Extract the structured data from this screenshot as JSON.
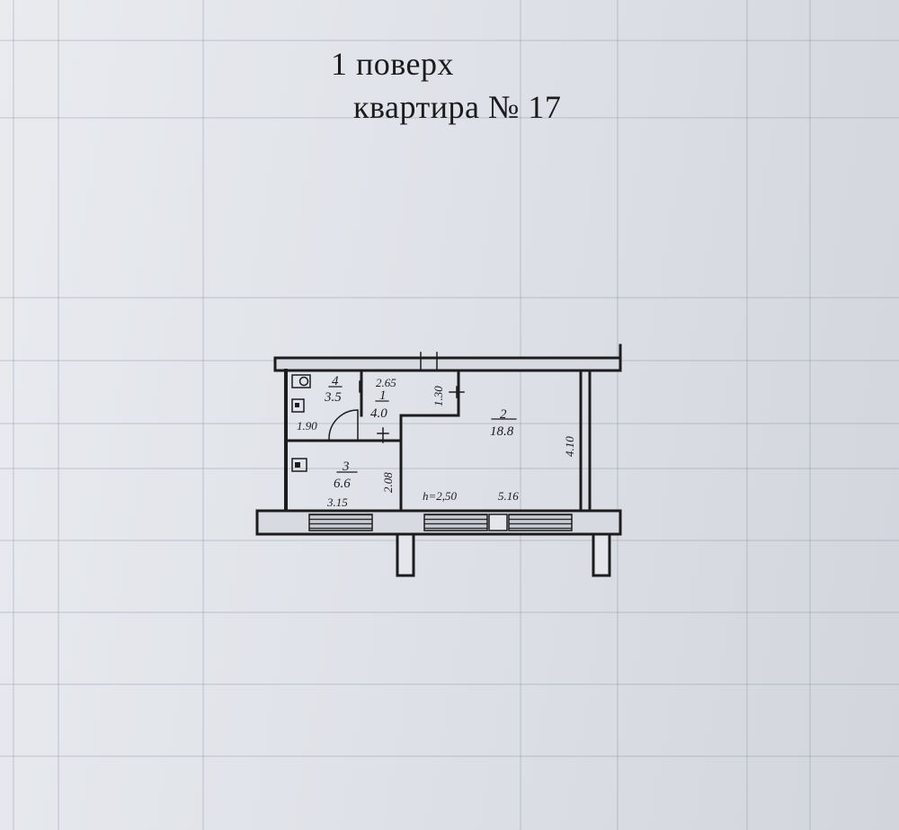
{
  "heading": {
    "floor": "1  поверх",
    "apartment": "квартира № 17"
  },
  "rooms": [
    {
      "number": "1",
      "area": "4.0"
    },
    {
      "number": "2",
      "area": "18.8"
    },
    {
      "number": "3",
      "area": "6.6"
    },
    {
      "number": "4",
      "area": "3.5"
    }
  ],
  "dimensions": {
    "room4_width": "1.90",
    "corridor_width": "2.65",
    "corridor_depth": "1.30",
    "room2_depth": "4.10",
    "room3_depth": "2.08",
    "room3_width": "3.15",
    "ceiling_height": "h=2,50",
    "room2_width": "5.16"
  },
  "colors": {
    "ink": "#1c1c1e",
    "paper": "#e4e6eb"
  }
}
